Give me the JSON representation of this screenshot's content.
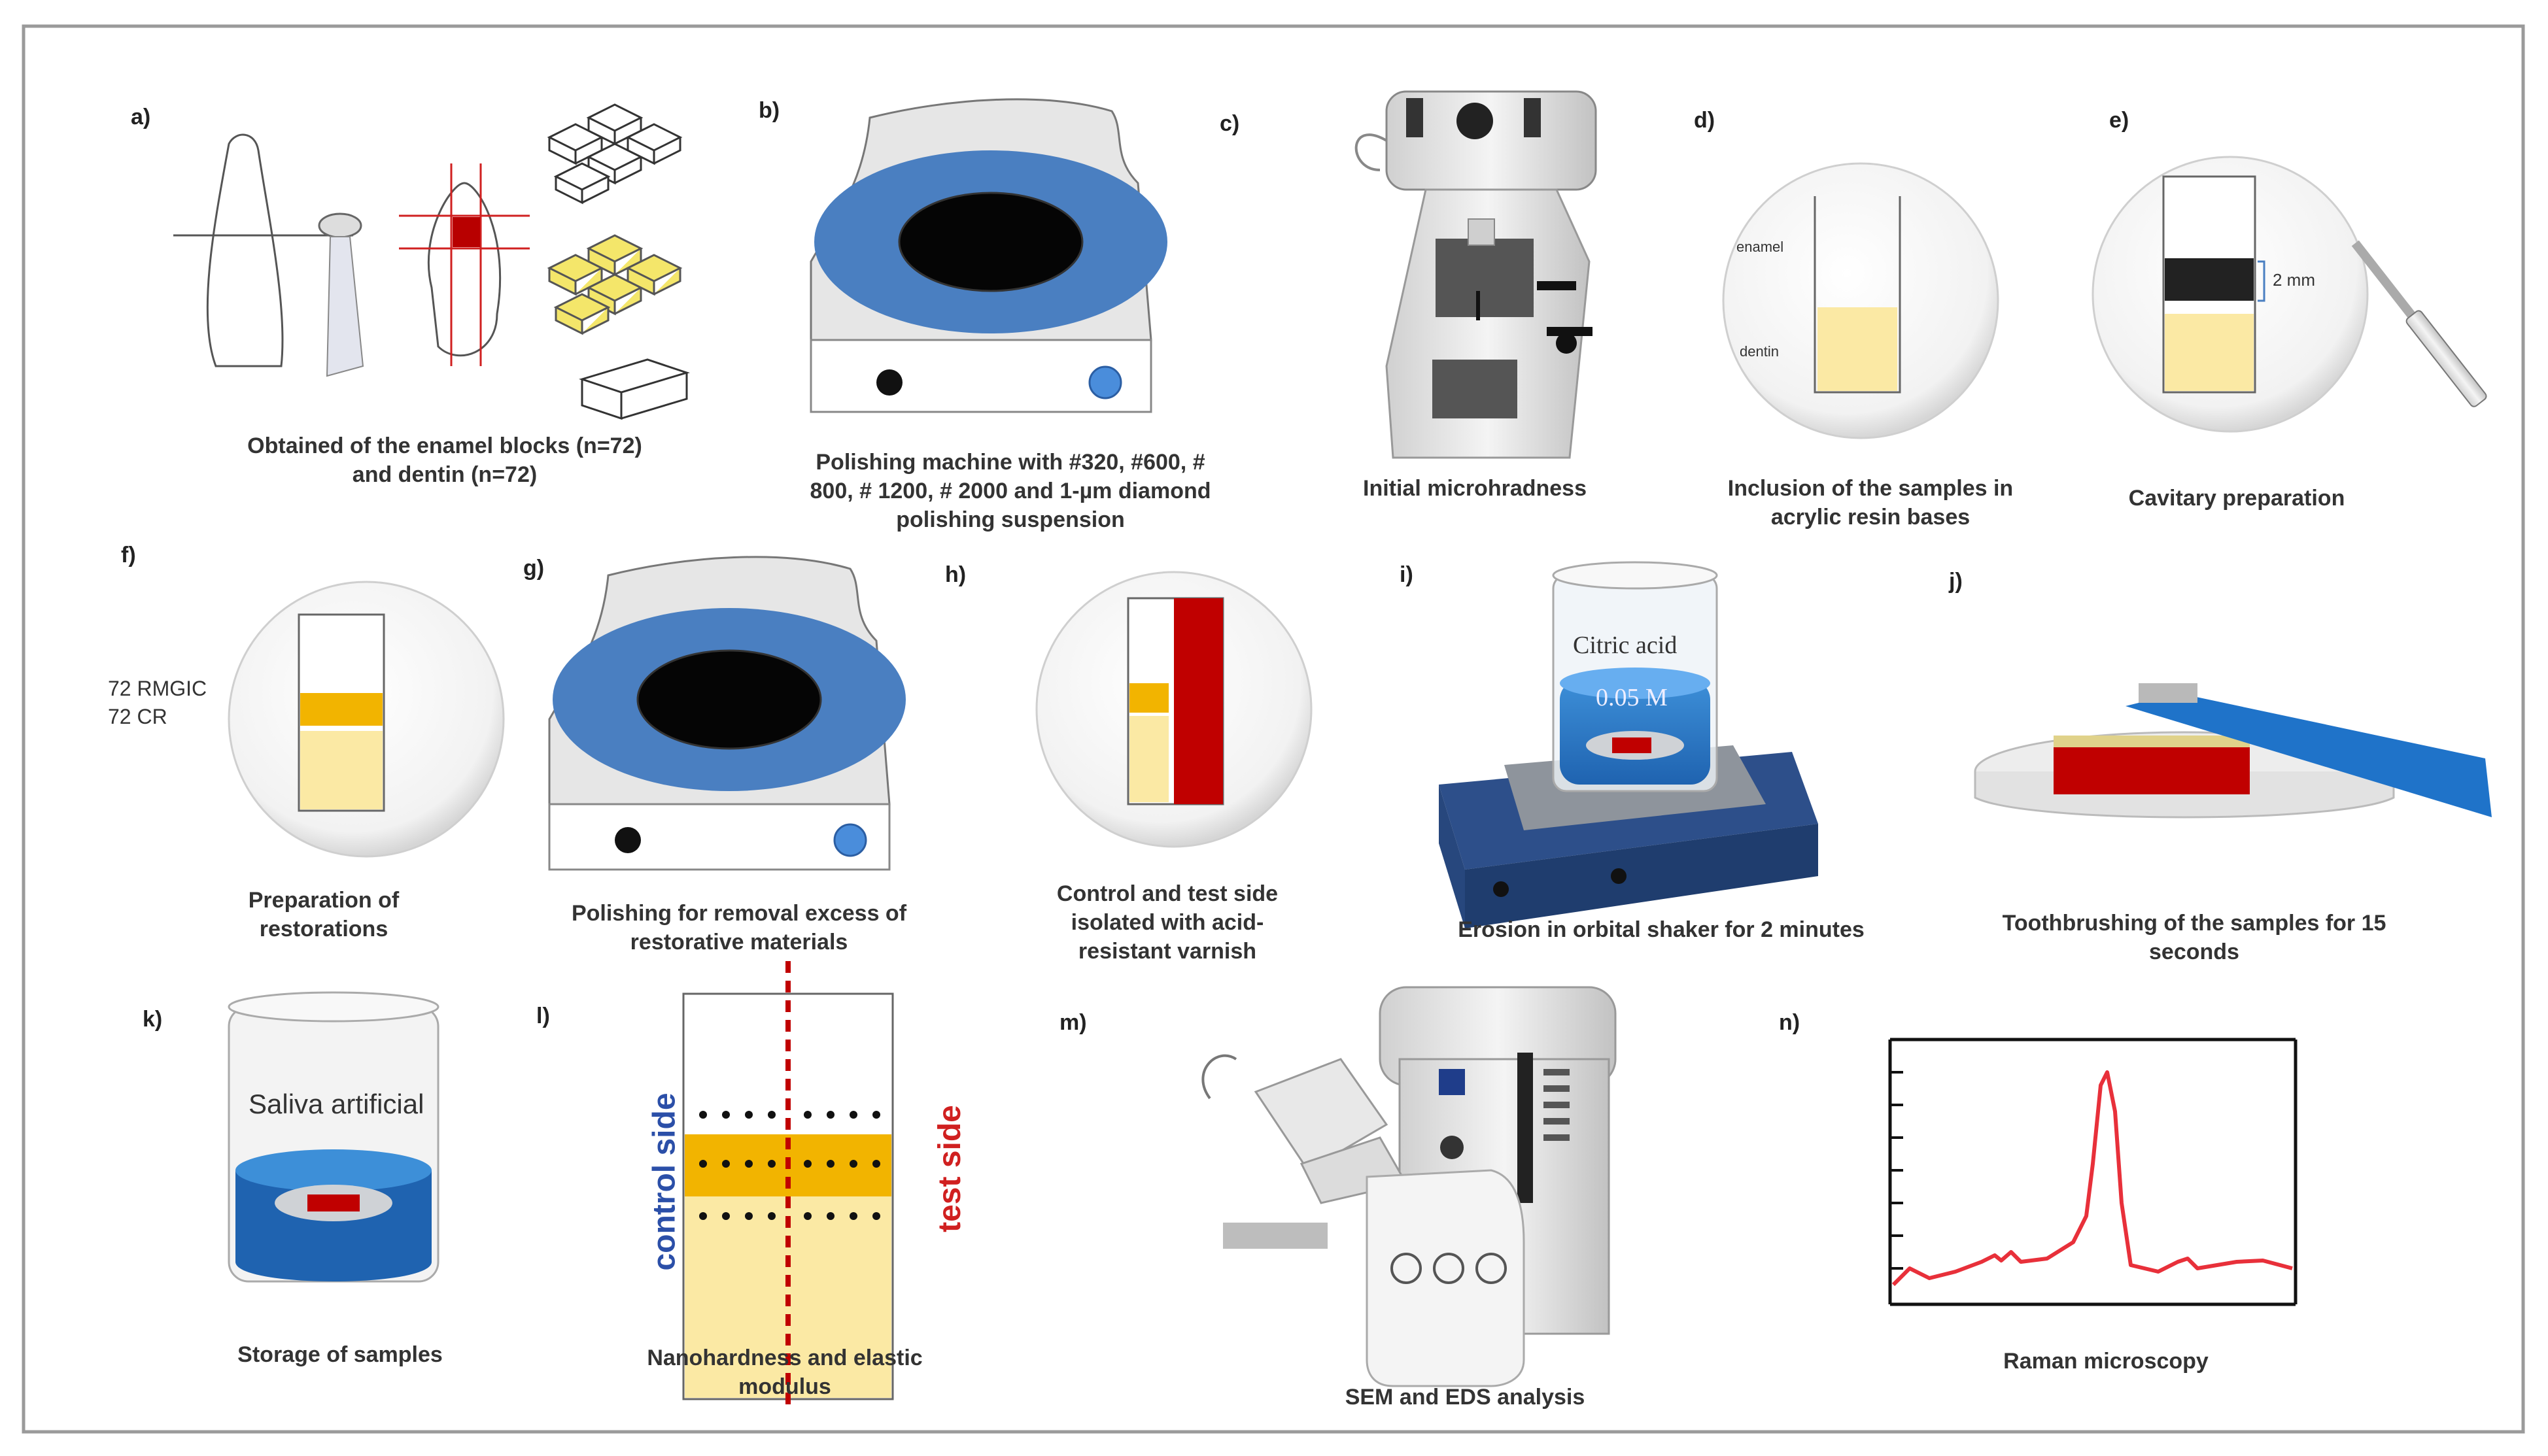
{
  "panels": [
    {
      "letter": "a)",
      "caption_lines": [
        "Obtained of the enamel blocks (n=72)",
        "and dentin (n=72)"
      ]
    },
    {
      "letter": "b)",
      "caption_lines": [
        "Polishing machine with #320, #600, #",
        "800, # 1200, # 2000 and 1-µm diamond",
        "polishing  suspension"
      ]
    },
    {
      "letter": "c)",
      "caption_lines": [
        "Initial microhradness"
      ]
    },
    {
      "letter": "d)",
      "caption_lines": [
        "Inclusion of the samples in",
        "acrylic resin bases"
      ],
      "labels": {
        "enamel": "enamel",
        "dentin": "dentin"
      }
    },
    {
      "letter": "e)",
      "caption_lines": [
        "Cavitary preparation"
      ],
      "labels": {
        "depth": "2 mm"
      }
    },
    {
      "letter": "f)",
      "caption_lines": [
        "Preparation of",
        "restorations"
      ],
      "labels": {
        "group1": "72 RMGIC",
        "group2": "72 CR"
      }
    },
    {
      "letter": "g)",
      "caption_lines": [
        "Polishing  for removal excess of",
        "restorative materials"
      ]
    },
    {
      "letter": "h)",
      "caption_lines": [
        "Control  and  test side",
        "isolated  with acid-",
        "resistant varnish"
      ]
    },
    {
      "letter": "i)",
      "caption_lines": [
        "Erosion  in orbital shaker for 2 minutes"
      ],
      "labels": {
        "acid": "Citric acid",
        "conc": "0.05 M"
      }
    },
    {
      "letter": "j)",
      "caption_lines": [
        "Toothbrushing  of the samples for 15",
        "seconds"
      ]
    },
    {
      "letter": "k)",
      "caption_lines": [
        "Storage of samples"
      ],
      "labels": {
        "saliva": "Saliva artificial"
      }
    },
    {
      "letter": "l)",
      "caption_lines": [
        "Nanohardness and elastic",
        "modulus"
      ],
      "labels": {
        "control": "control side",
        "test": "test side"
      }
    },
    {
      "letter": "m)",
      "caption_lines": [
        "SEM and EDS analysis"
      ]
    },
    {
      "letter": "n)",
      "caption_lines": [
        "Raman microscopy"
      ]
    }
  ],
  "colors": {
    "blue": "#4a7fc1",
    "red": "#c00000",
    "yellow": "#f4e3a1",
    "gold": "#f2b400",
    "grey": "#d9d9d9",
    "black": "#111111",
    "spectrum": "#e8303a"
  }
}
